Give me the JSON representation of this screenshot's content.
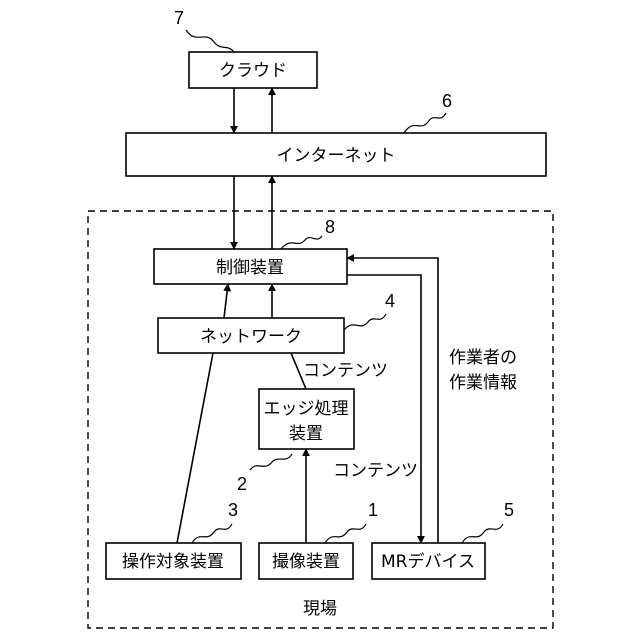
{
  "nodes": {
    "cloud": {
      "label": "クラウド",
      "ref": "7"
    },
    "internet": {
      "label": "インターネット",
      "ref": "6"
    },
    "controller": {
      "label": "制御装置",
      "ref": "8"
    },
    "network": {
      "label": "ネットワーク",
      "ref": "4"
    },
    "edge": {
      "label_line1": "エッジ処理",
      "label_line2": "装置",
      "ref": "2"
    },
    "target": {
      "label": "操作対象装置",
      "ref": "3"
    },
    "camera": {
      "label": "撮像装置",
      "ref": "1"
    },
    "mr": {
      "label": "MRデバイス",
      "ref": "5"
    }
  },
  "edge_labels": {
    "contents_upper": "コンテンツ",
    "contents_lower": "コンテンツ",
    "worker_info_line1": "作業者の",
    "worker_info_line2": "作業情報"
  },
  "site_label": "現場"
}
